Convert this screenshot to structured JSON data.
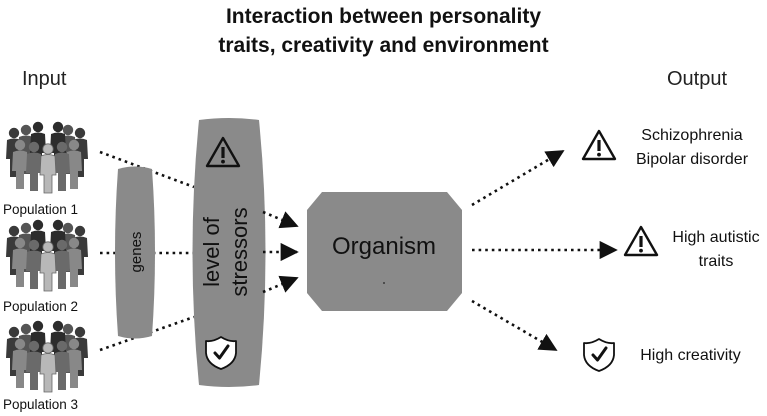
{
  "title": {
    "line1": "Interaction between personality",
    "line2": "traits, creativity and environment"
  },
  "input_label": "Input",
  "output_label": "Output",
  "populations": [
    "Population 1",
    "Population  2",
    "Population  3"
  ],
  "genes_label": "genes",
  "stressors_label": {
    "line1": "level of",
    "line2": "stressors"
  },
  "organism_label": "Organism",
  "outputs": {
    "schizo_line1": "Schizophrenia",
    "schizo_line2": "Bipolar disorder",
    "autistic_line1": "High autistic",
    "autistic_line2": "traits",
    "creativity": "High creativity"
  },
  "icons": [
    "people-group-icon",
    "warning-triangle-icon",
    "shield-check-icon"
  ],
  "colors": {
    "shape_fill": "#8a8a8a",
    "text": "#111111"
  }
}
